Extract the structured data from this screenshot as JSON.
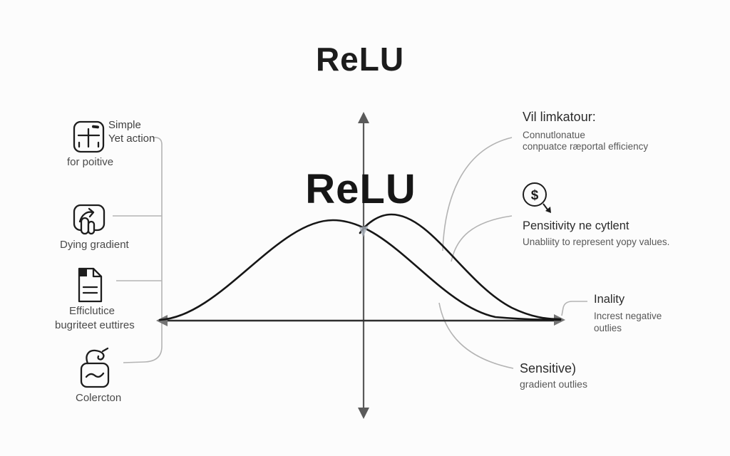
{
  "title": "ReLU",
  "center_label": "ReLU",
  "colors": {
    "background": "#fcfcfc",
    "curve": "#161616",
    "axis_vertical": "#5a5a5a",
    "axis_horizontal": "#2e2e2e",
    "connector": "#b3b3b3",
    "heading_text": "#2b2b2b",
    "body_text": "#585858",
    "icon_stroke": "#1d1d1d"
  },
  "icons": {
    "dollar_glyph": "$",
    "left": [
      "grid-table-icon",
      "arrow-up-blocked-icon",
      "document-icon",
      "lock-curl-icon"
    ],
    "right": [
      "dollar-search-icon"
    ]
  },
  "left_items": [
    {
      "icon": "grid-table-icon",
      "title_line1": "Simple",
      "title_line2": "Yet action",
      "caption": "for poitive"
    },
    {
      "icon": "arrow-up-blocked-icon",
      "caption": "Dying gradient"
    },
    {
      "icon": "document-icon",
      "caption_line1": "Efficlutice",
      "caption_line2": "bugriteet euttires"
    },
    {
      "icon": "lock-curl-icon",
      "caption": "Colercton"
    }
  ],
  "right_items": [
    {
      "heading": "Vil limkatour:",
      "line1": "Connutlonatue",
      "line2": "conpuatce ræportal efficiency"
    },
    {
      "icon": "dollar-search-icon",
      "heading": "Pensitivity ne cytlent",
      "line1": "Unabliity to represent yopy values."
    },
    {
      "heading": "Inality",
      "line1": "Increst negative",
      "line2": "outlies"
    },
    {
      "heading": "Sensitive)",
      "line1": "gradient outlies"
    }
  ]
}
